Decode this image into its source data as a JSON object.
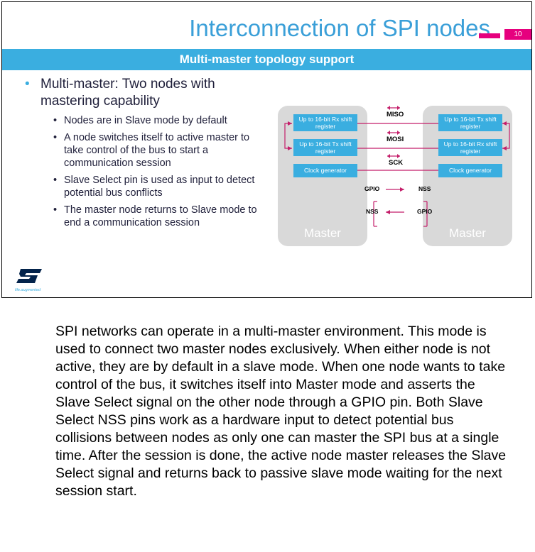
{
  "slide": {
    "title": "Interconnection of SPI nodes",
    "page_number": "10",
    "subtitle": "Multi-master topology support",
    "bullets": [
      {
        "text": "Multi-master: Two nodes with mastering capability",
        "sub": [
          "Nodes are in Slave mode by default",
          "A node switches itself to active master to take control of the bus to start a communication session",
          "Slave Select pin is used as input to detect potential bus conflicts",
          "The master node returns to Slave mode to end a communication session"
        ]
      }
    ],
    "diagram": {
      "left_master": {
        "label": "Master",
        "regs": [
          "Up to 16-bit Rx shift register",
          "Up to 16-bit Tx shift register",
          "Clock generator"
        ]
      },
      "right_master": {
        "label": "Master",
        "regs": [
          "Up to 16-bit Tx shift register",
          "Up to 16-bit Rx shift register",
          "Clock generator"
        ]
      },
      "signals": {
        "miso": "MISO",
        "mosi": "MOSI",
        "sck": "SCK",
        "gpio_left": "GPIO",
        "nss_right": "NSS",
        "nss_left": "NSS",
        "gpio_right": "GPIO"
      }
    },
    "logo_tagline": "life.augmented",
    "accent_color": "#3aaee0",
    "page_color": "#e6007e"
  },
  "notes": "SPI networks can operate in a multi-master environment. This mode is used to connect two master nodes exclusively. When either node is not active, they are by default in a slave mode. When one node wants to take control of the bus, it switches itself into Master mode and asserts the Slave Select signal on the other node through a GPIO pin. Both Slave Select NSS pins work as a hardware input to detect potential bus collisions between nodes as only one can master the SPI bus at a single time.  After the session is done, the active node master releases the Slave Select signal and returns back to passive slave mode waiting for the next session start."
}
